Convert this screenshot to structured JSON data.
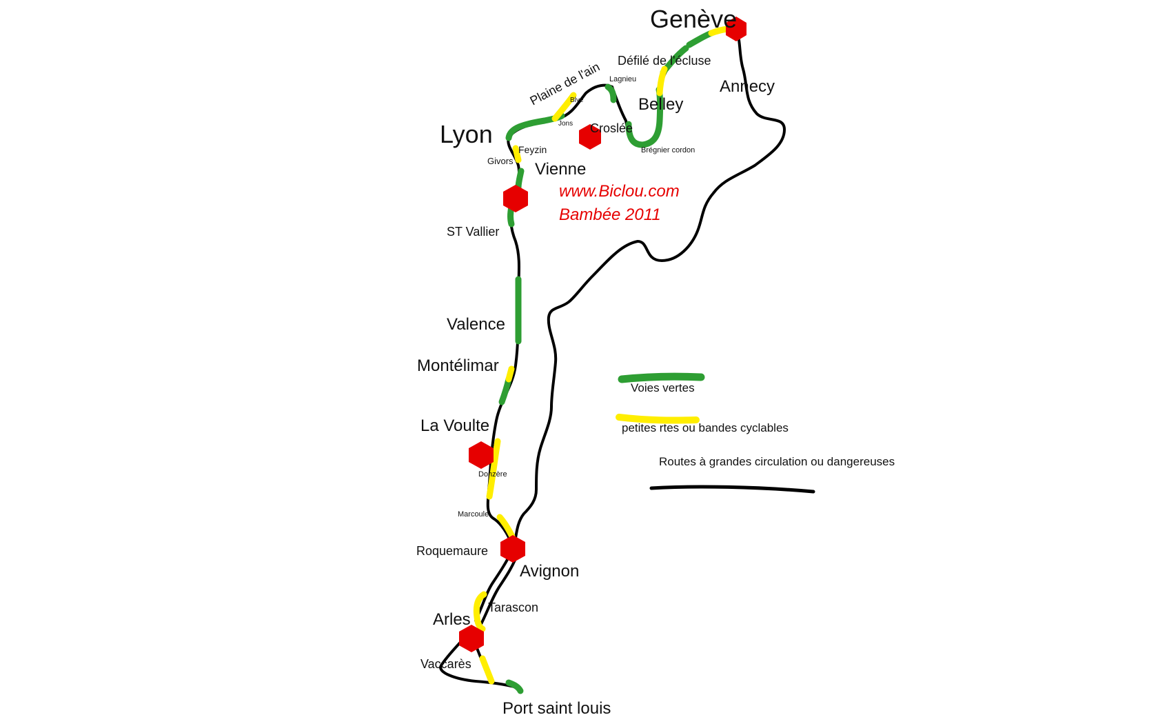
{
  "colors": {
    "background": "#ffffff",
    "greenway": "#2e9e33",
    "cycle_lane": "#ffee00",
    "main_road": "#000000",
    "stop_marker": "#e60000",
    "site_text": "#e60000"
  },
  "cities": {
    "geneve": "Genève",
    "annecy": "Annecy",
    "belley": "Belley",
    "lyon": "Lyon",
    "vienne": "Vienne",
    "st_vallier": "ST Vallier",
    "valence": "Valence",
    "montelimar": "Montélimar",
    "la_voulte": "La Voulte",
    "roquemaure": "Roquemaure",
    "avignon": "Avignon",
    "arles": "Arles",
    "tarascon": "Tarascon",
    "vaccares": "Vaccarès",
    "port_saint_louis": "Port saint louis",
    "croslee": "Croslée",
    "feyzin": "Feyzin",
    "givors": "Givors"
  },
  "places_small": {
    "lagnieu": "Lagnieu",
    "blye": "Blye",
    "jons": "Jons",
    "bregnier_cordon": "Brégnier cordon",
    "donzere": "Donzère",
    "marcoule": "Marcoule"
  },
  "regions": {
    "plaine_de_lain": "Plaine de l'ain",
    "defile_de_lecluse": "Défilé de l'écluse"
  },
  "site": {
    "url": "www.Biclou.com",
    "subtitle": "Bambée 2011"
  },
  "legend": {
    "greenways": "Voies vertes",
    "small_roads": "petites rtes ou bandes cyclables",
    "main_roads": "Routes à grandes circulation ou dangereuses"
  }
}
